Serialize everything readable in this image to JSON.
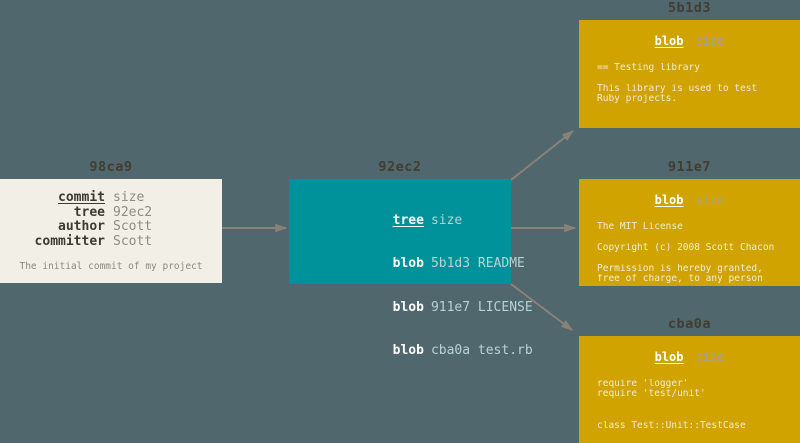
{
  "diagram": {
    "background_color": "#50686D",
    "arrow_color": "#8B8178",
    "nodes": {
      "commit": {
        "label": "98ca9",
        "type": "commit-object",
        "color": "#F1EFE6",
        "rows": [
          {
            "key": "commit",
            "value": "size"
          },
          {
            "key": "tree",
            "value": "92ec2"
          },
          {
            "key": "author",
            "value": "Scott"
          },
          {
            "key": "committer",
            "value": "Scott"
          }
        ],
        "message": "The initial commit of my project"
      },
      "tree": {
        "label": "92ec2",
        "type": "tree-object",
        "color": "#00929A",
        "rows": [
          {
            "key": "tree",
            "value": "size"
          },
          {
            "key": "blob",
            "value": "5b1d3 README"
          },
          {
            "key": "blob",
            "value": "911e7 LICENSE"
          },
          {
            "key": "blob",
            "value": "cba0a test.rb"
          }
        ]
      },
      "blob1": {
        "label": "5b1d3",
        "type": "blob-object",
        "color": "#D0A300",
        "header": {
          "title": "blob",
          "size": "size"
        },
        "lines": [
          "== Testing library",
          "",
          "This library is used to test",
          "Ruby projects."
        ]
      },
      "blob2": {
        "label": "911e7",
        "type": "blob-object",
        "color": "#D0A300",
        "header": {
          "title": "blob",
          "size": "size"
        },
        "lines": [
          "The MIT License",
          "",
          "Copyright (c) 2008 Scott Chacon",
          "",
          "Permission is hereby granted,",
          "free of charge, to any person"
        ]
      },
      "blob3": {
        "label": "cba0a",
        "type": "blob-object",
        "color": "#D0A300",
        "header": {
          "title": "blob",
          "size": "size"
        },
        "lines": [
          "require 'logger'",
          "require 'test/unit'",
          "",
          "",
          "class Test::Unit::TestCase"
        ]
      }
    }
  }
}
